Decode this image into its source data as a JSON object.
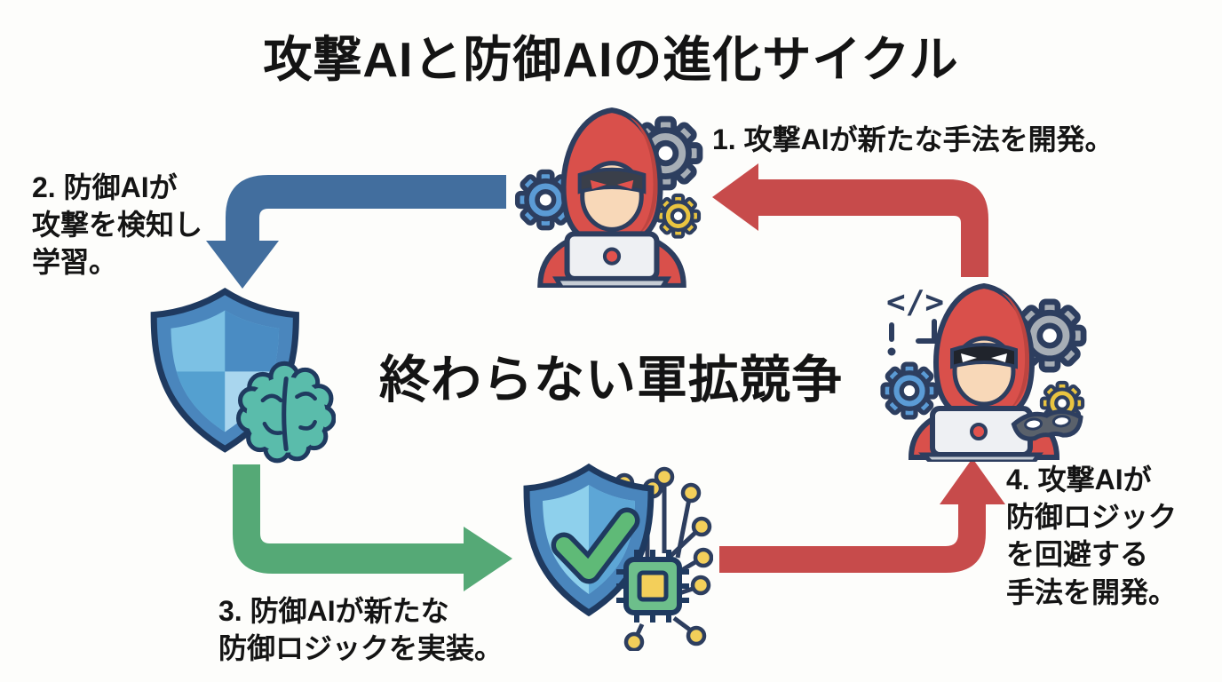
{
  "title": "攻撃AIと防御AIの進化サイクル",
  "center_label": "終わらない軍拡競争",
  "steps": [
    {
      "label": "1. 攻撃AIが新たな手法を開発。"
    },
    {
      "label": "2. 防御AIが\n攻撃を検知し\n学習。"
    },
    {
      "label": "3. 防御AIが新たな\n防御ロジックを実装。"
    },
    {
      "label": "4. 攻撃AIが\n防御ロジック\nを回避する\n手法を開発。"
    }
  ],
  "icons": {
    "attack_ai": "hacker-red-hoodie-laptop-gears-icon",
    "defense_ai": "shield-with-brain-icon",
    "defense_logic": "shield-checkmark-circuit-chip-icon",
    "evasion_ai": "hacker-masquerade-mask-code-gears-icon"
  },
  "colors": {
    "arrow_blue": "#426e9e",
    "arrow_green": "#55a976",
    "arrow_red": "#c74b4b",
    "hoodie_red": "#d9504b",
    "shield_blue": "#4a86bd",
    "shield_light": "#7cc1e4",
    "brain_teal": "#5abcab",
    "check_green": "#5fba77",
    "chip_green": "#6dbf8b",
    "gear_gray": "#a7aeb6",
    "gear_blue": "#5b9bd5",
    "gear_yellow": "#e9c440",
    "node_yellow": "#f3cf5a",
    "outline_navy": "#2d3e5f",
    "background": "#fdfdfb",
    "text": "#141414"
  }
}
